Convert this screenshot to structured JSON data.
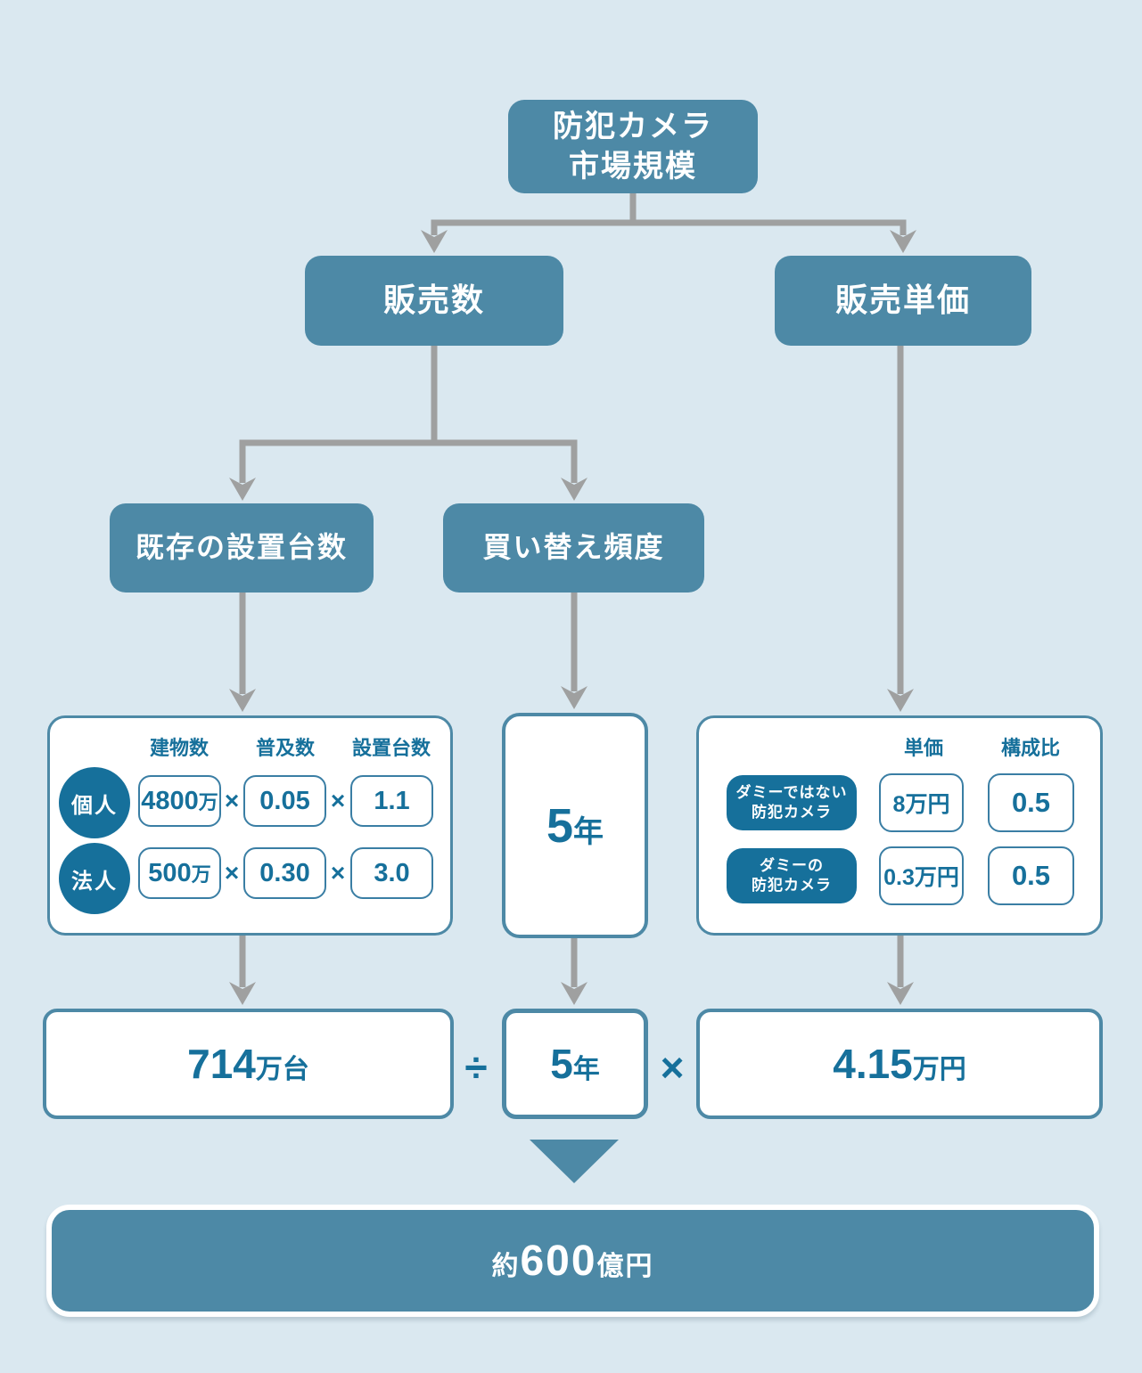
{
  "colors": {
    "background": "#dae8f0",
    "node_fill": "#4d89a6",
    "accent_dark": "#16709b",
    "connector_gray": "#9fa0a0",
    "panel_white": "#ffffff"
  },
  "signs": {
    "multiply": "×",
    "divide": "÷"
  },
  "nodes": {
    "root_line1": "防犯カメラ",
    "root_line2": "市場規模",
    "sales_volume": "販売数",
    "unit_price": "販売単価",
    "installed_base": "既存の設置台数",
    "replacement_freq": "買い替え頻度"
  },
  "calc_installed": {
    "headers": [
      "建物数",
      "普及数",
      "設置台数"
    ],
    "rows": [
      {
        "label": "個人",
        "values": [
          {
            "main": "4800",
            "unit": "万"
          },
          {
            "main": "0.05",
            "unit": ""
          },
          {
            "main": "1.1",
            "unit": ""
          }
        ]
      },
      {
        "label": "法人",
        "values": [
          {
            "main": "500",
            "unit": "万"
          },
          {
            "main": "0.30",
            "unit": ""
          },
          {
            "main": "3.0",
            "unit": ""
          }
        ]
      }
    ]
  },
  "calc_replacement": {
    "main": "5",
    "unit": "年"
  },
  "calc_price": {
    "headers": [
      "単価",
      "構成比"
    ],
    "rows": [
      {
        "label_line1": "ダミーではない",
        "label_line2": "防犯カメラ",
        "price": "8万円",
        "ratio": "0.5"
      },
      {
        "label_line1": "ダミーの",
        "label_line2": "防犯カメラ",
        "price": "0.3万円",
        "ratio": "0.5"
      }
    ]
  },
  "results": {
    "units": {
      "main": "714",
      "unit": "万台"
    },
    "years": {
      "main": "5",
      "unit": "年"
    },
    "price": {
      "main": "4.15",
      "unit": "万円"
    }
  },
  "final": {
    "prefix": "約",
    "main": "600",
    "suffix": "億円"
  }
}
